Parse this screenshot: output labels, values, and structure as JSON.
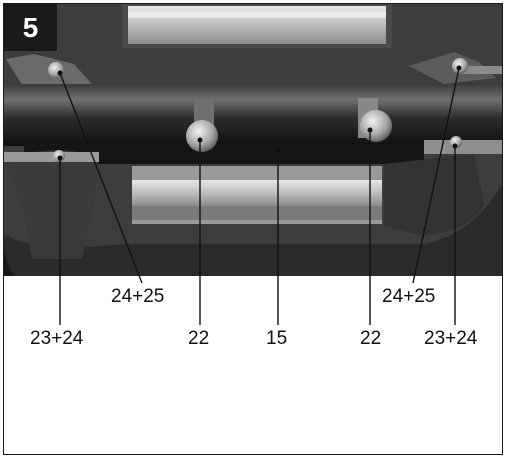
{
  "figure": {
    "number": "5",
    "labels": {
      "l_24_25_left": "24+25",
      "l_24_25_right": "24+25",
      "l_23_24_left": "23+24",
      "l_22_left": "22",
      "l_15": "15",
      "l_22_right": "22",
      "l_23_24_right": "23+24"
    }
  },
  "colors": {
    "ink": "#111111",
    "frame": "#1a1a1a",
    "badge_bg": "#1a1a1a",
    "badge_text": "#ffffff"
  }
}
